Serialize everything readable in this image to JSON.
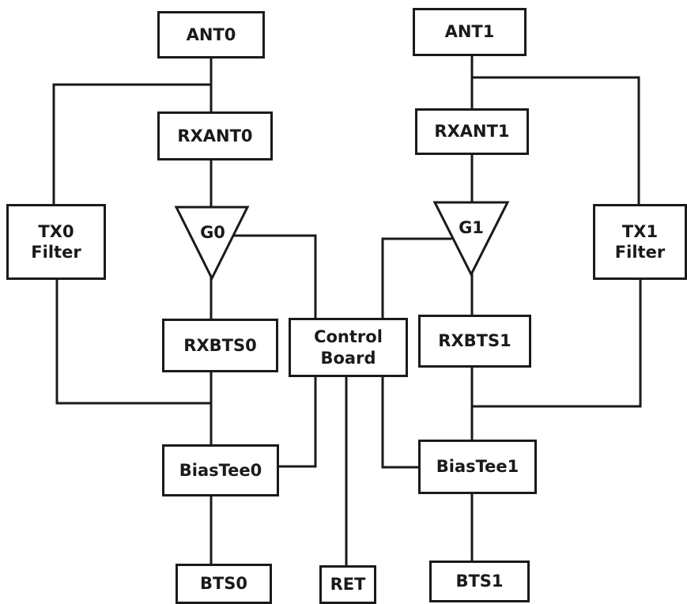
{
  "diagram": {
    "nodes": {
      "ant0": "ANT0",
      "ant1": "ANT1",
      "rxant0": "RXANT0",
      "rxant1": "RXANT1",
      "g0": "G0",
      "g1": "G1",
      "tx0_filter": "TX0\nFilter",
      "tx1_filter": "TX1\nFilter",
      "rxbts0": "RXBTS0",
      "rxbts1": "RXBTS1",
      "control_board": "Control\nBoard",
      "biastee0": "BiasTee0",
      "biastee1": "BiasTee1",
      "bts0": "BTS0",
      "ret": "RET",
      "bts1": "BTS1"
    },
    "edges": [
      [
        "ant0",
        "rxant0"
      ],
      [
        "ant0",
        "tx0_filter"
      ],
      [
        "rxant0",
        "g0"
      ],
      [
        "g0",
        "rxbts0"
      ],
      [
        "g0",
        "control_board"
      ],
      [
        "rxbts0",
        "biastee0"
      ],
      [
        "tx0_filter",
        "biastee0"
      ],
      [
        "biastee0",
        "bts0"
      ],
      [
        "control_board",
        "biastee0"
      ],
      [
        "control_board",
        "ret"
      ],
      [
        "control_board",
        "biastee1"
      ],
      [
        "control_board",
        "g1"
      ],
      [
        "ant1",
        "rxant1"
      ],
      [
        "ant1",
        "tx1_filter"
      ],
      [
        "rxant1",
        "g1"
      ],
      [
        "g1",
        "rxbts1"
      ],
      [
        "rxbts1",
        "biastee1"
      ],
      [
        "tx1_filter",
        "biastee1"
      ],
      [
        "biastee1",
        "bts1"
      ]
    ]
  }
}
